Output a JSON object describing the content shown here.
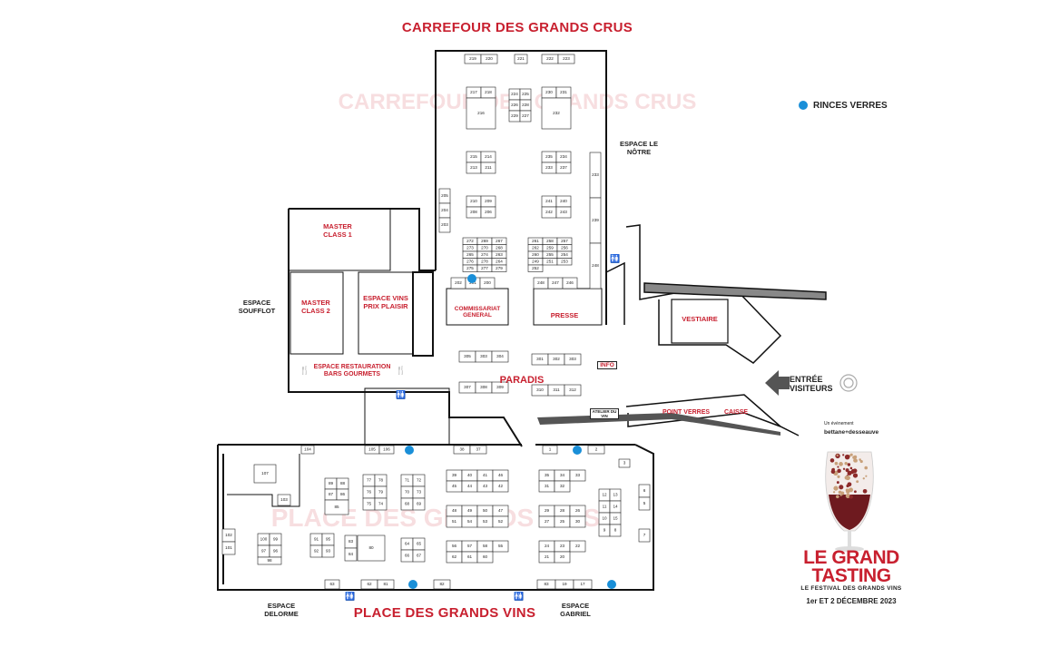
{
  "titles": {
    "top": "CARREFOUR DES GRANDS CRUS",
    "bottom": "PLACE DES GRANDS VINS",
    "paradis": "PARADIS"
  },
  "watermarks": {
    "top": "CARREFOUR DES GRANDS CRUS",
    "bottom": "PLACE DES GRANDS VINS"
  },
  "areas": {
    "espace_le_notre": "ESPACE LE NÔTRE",
    "master_class_1": "MASTER CLASS 1",
    "master_class_2": "MASTER CLASS 2",
    "espace_vins_prix_plaisir": "ESPACE VINS PRIX PLAISIR",
    "espace_soufflot": "ESPACE SOUFFLOT",
    "commissariat_general": "COMMISSARIAT GENERAL",
    "presse": "PRESSE",
    "vestiaire": "VESTIAIRE",
    "espace_restauration": "ESPACE RESTAURATION BARS GOURMETS",
    "info": "INFO",
    "atelier_du_vin": "ATELIER DU VIN",
    "point_verres": "POINT VERRES",
    "caisse": "CAISSE",
    "espace_delorme": "ESPACE DELORME",
    "espace_gabriel": "ESPACE GABRIEL"
  },
  "legend": {
    "rinces_verres": "RINCES VERRES",
    "dot_color": "#1a8fd8"
  },
  "entrance": {
    "label": "ENTRÉE VISITEURS"
  },
  "brand": {
    "byline": "Un événement",
    "partner": "bettane+desseauve",
    "name_line1": "LE GRAND",
    "name_line2": "TASTING",
    "subtitle": "LE FESTIVAL DES GRANDS VINS",
    "dates": "1er ET 2 DÉCEMBRE 2023"
  },
  "colors": {
    "accent": "#c8202f",
    "ink": "#222222",
    "rince": "#1a8fd8"
  },
  "stands": {
    "top_row": [
      "219",
      "220",
      "221",
      "222",
      "223"
    ],
    "top_left_block": [
      "217",
      "218",
      "216"
    ],
    "top_center_block": [
      "224",
      "225",
      "226",
      "228",
      "229",
      "227"
    ],
    "top_right_block": [
      "230",
      "231",
      "232"
    ],
    "left_hex_1": [
      "215",
      "214",
      "213",
      "211",
      "212"
    ],
    "right_hex_1": [
      "235",
      "234",
      "233",
      "237",
      "236"
    ],
    "left_hex_2": [
      "210",
      "209",
      "208",
      "206",
      "207"
    ],
    "right_hex_2": [
      "241",
      "240",
      "242",
      "243",
      "244"
    ],
    "left_col": [
      "205",
      "204",
      "203"
    ],
    "right_col": [
      "233",
      "239",
      "248"
    ],
    "bottom_left_cluster": [
      "272",
      "269",
      "267",
      "273",
      "270",
      "268",
      "265",
      "274",
      "263",
      "276",
      "278",
      "264",
      "275",
      "277",
      "279"
    ],
    "bottom_right_cluster": [
      "261",
      "258",
      "257",
      "262",
      "259",
      "256",
      "260",
      "255",
      "254",
      "249",
      "251",
      "253",
      "252"
    ],
    "commissariat_row": [
      "202",
      "201",
      "200"
    ],
    "presse_row": [
      "248",
      "247",
      "246"
    ],
    "paradis_left": [
      "305",
      "303",
      "304",
      "307",
      "308",
      "309"
    ],
    "paradis_right": [
      "301",
      "302",
      "303",
      "310",
      "311",
      "312"
    ],
    "bottom_top_row": [
      "104",
      "105",
      "106",
      "38",
      "37",
      "1",
      "2",
      "3"
    ],
    "bottom_left": [
      "107",
      "103",
      "102",
      "101"
    ],
    "c1": [
      "89",
      "88",
      "87",
      "86",
      "85"
    ],
    "c2": [
      "77",
      "78",
      "76",
      "79",
      "75",
      "74"
    ],
    "c3": [
      "71",
      "72",
      "70",
      "73",
      "68",
      "69"
    ],
    "c4": [
      "100",
      "99",
      "97",
      "96",
      "98"
    ],
    "c5": [
      "91",
      "95",
      "92",
      "93",
      "94"
    ],
    "c6": [
      "83",
      "84",
      "80"
    ],
    "c7": [
      "64",
      "65",
      "66",
      "67"
    ],
    "center_hex_1": [
      "39",
      "40",
      "41",
      "46",
      "45",
      "44",
      "43",
      "42"
    ],
    "center_hex_2": [
      "48",
      "49",
      "50",
      "47",
      "51",
      "54",
      "53",
      "52"
    ],
    "center_hex_3": [
      "56",
      "57",
      "58",
      "55",
      "62",
      "61",
      "60"
    ],
    "right_hex_a": [
      "35",
      "34",
      "33",
      "31",
      "32"
    ],
    "right_hex_b": [
      "29",
      "28",
      "26",
      "27",
      "25",
      "30"
    ],
    "right_hex_c": [
      "24",
      "23",
      "22",
      "21",
      "20"
    ],
    "far_right": [
      "12",
      "13",
      "11",
      "14",
      "10",
      "15",
      "9",
      "8",
      "6",
      "5",
      "7"
    ],
    "bottom_row": [
      "63",
      "62",
      "81",
      "82",
      "83",
      "19",
      "17",
      "16"
    ]
  }
}
